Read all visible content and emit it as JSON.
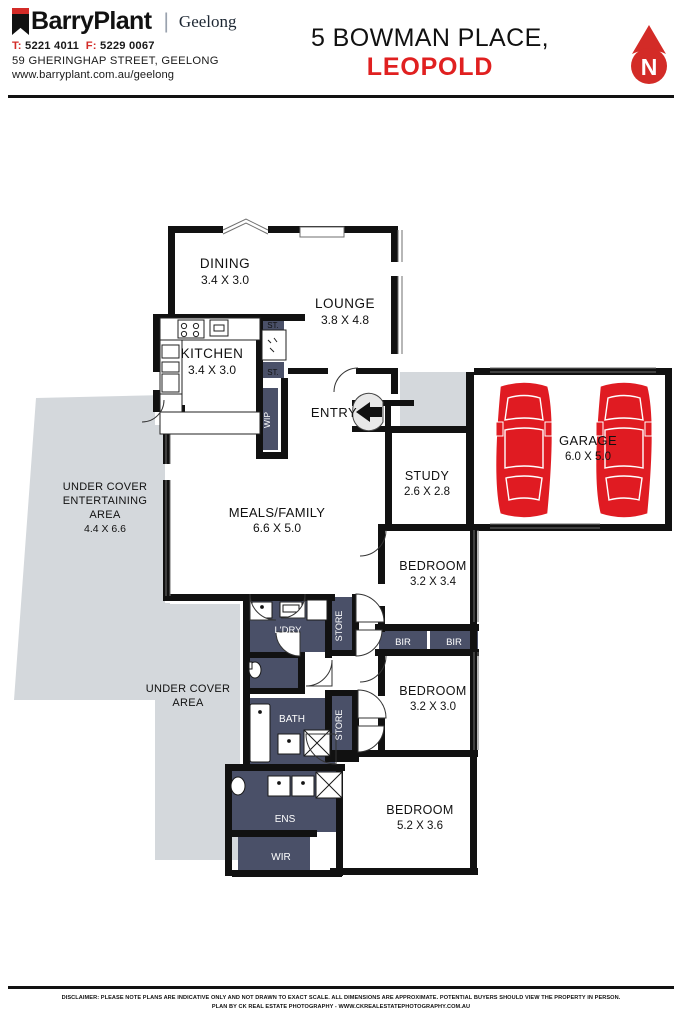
{
  "header": {
    "brand_name": "BarryPlant",
    "brand_mark": "bookmark-logo",
    "separator": "|",
    "branch": "Geelong",
    "phone_label": "T:",
    "phone": "5221 4011",
    "fax_label": "F:",
    "fax": "5229 0067",
    "address": "59 GHERINGHAP STREET, GEELONG",
    "website": "www.barryplant.com.au/geelong",
    "title_line1": "5 BOWMAN PLACE,",
    "title_line2": "LEOPOLD",
    "compass_label": "N",
    "compass_icon": "north-arrow-icon"
  },
  "colors": {
    "brand_red": "#d32b27",
    "title_red": "#e02020",
    "wall": "#111111",
    "wet_area_fill": "#4a5068",
    "outdoor_fill": "#d4d8dc",
    "car_red": "#e01b22",
    "window_line": "#8a8a8a"
  },
  "plan": {
    "rooms": [
      {
        "key": "dining",
        "name": "DINING",
        "dims": "3.4 X 3.0"
      },
      {
        "key": "lounge",
        "name": "LOUNGE",
        "dims": "3.8 X 4.8"
      },
      {
        "key": "kitchen",
        "name": "KITCHEN",
        "dims": "3.4 X 3.0"
      },
      {
        "key": "entry",
        "name": "ENTRY",
        "dims": ""
      },
      {
        "key": "study",
        "name": "STUDY",
        "dims": "2.6 X 2.8"
      },
      {
        "key": "garage",
        "name": "GARAGE",
        "dims": "6.0 X 5.0"
      },
      {
        "key": "meals",
        "name": "MEALS/FAMILY",
        "dims": "6.6 X 5.0"
      },
      {
        "key": "bed2",
        "name": "BEDROOM",
        "dims": "3.2 X 3.4"
      },
      {
        "key": "bed3",
        "name": "BEDROOM",
        "dims": "3.2 X 3.0"
      },
      {
        "key": "bed1",
        "name": "BEDROOM",
        "dims": "5.2 X 3.6"
      }
    ],
    "outdoor": [
      {
        "key": "entertaining",
        "line1": "UNDER COVER",
        "line2": "ENTERTAINING",
        "line3": "AREA",
        "dims": "4.4 X 6.6"
      },
      {
        "key": "undercover",
        "line1": "UNDER COVER",
        "line2": "AREA",
        "line3": "",
        "dims": ""
      }
    ],
    "small_labels": [
      {
        "key": "store-top",
        "text": "ST."
      },
      {
        "key": "store-bottom",
        "text": "ST."
      },
      {
        "key": "wip",
        "text": "WIP"
      },
      {
        "key": "laundry",
        "text": "L'DRY"
      },
      {
        "key": "store-upper",
        "text": "STORE"
      },
      {
        "key": "store-lower",
        "text": "STORE"
      },
      {
        "key": "bath",
        "text": "BATH"
      },
      {
        "key": "ens",
        "text": "ENS"
      },
      {
        "key": "wir",
        "text": "WIR"
      },
      {
        "key": "bir-left",
        "text": "BIR"
      },
      {
        "key": "bir-right",
        "text": "BIR"
      }
    ],
    "entry_arrow": "entry-direction-arrow"
  },
  "footer": {
    "disclaimer_line1": "DISCLAIMER: PLEASE NOTE PLANS ARE INDICATIVE ONLY AND NOT DRAWN TO EXACT SCALE. ALL DIMENSIONS ARE APPROXIMATE.  POTENTIAL BUYERS SHOULD VIEW THE PROPERTY IN PERSON.",
    "disclaimer_line2": "PLAN BY CK REAL ESTATE PHOTOGRAPHY - WWW.CKREALESTATEPHOTOGRAPHY.COM.AU"
  }
}
